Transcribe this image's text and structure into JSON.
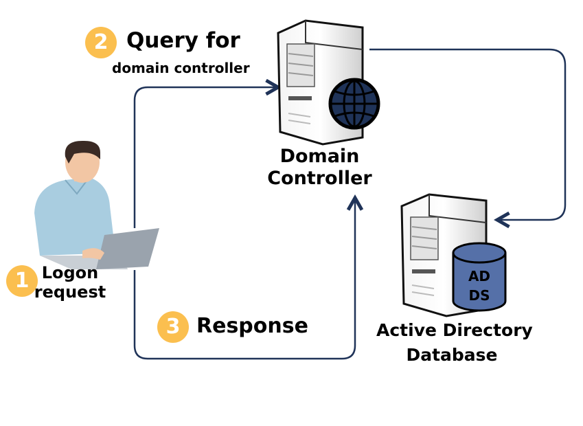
{
  "steps": [
    {
      "number": "1",
      "label_line1": "Logon",
      "label_line2": "request"
    },
    {
      "number": "2",
      "label_line1": "Query for",
      "label_line2": "domain controller"
    },
    {
      "number": "3",
      "label_line1": "Response"
    }
  ],
  "nodes": {
    "domain_controller": {
      "line1": "Domain",
      "line2": "Controller"
    },
    "ad_database": {
      "line1": "Active Directory",
      "line2": "Database",
      "cylinder_line1": "AD",
      "cylinder_line2": "DS"
    }
  },
  "colors": {
    "arrow": "#1f3358",
    "badge": "#fbbf4f",
    "cylinder": "#5570a8",
    "globe": "#1f3358",
    "shirt": "#a9cde0",
    "laptop": "#9aa3ad"
  }
}
